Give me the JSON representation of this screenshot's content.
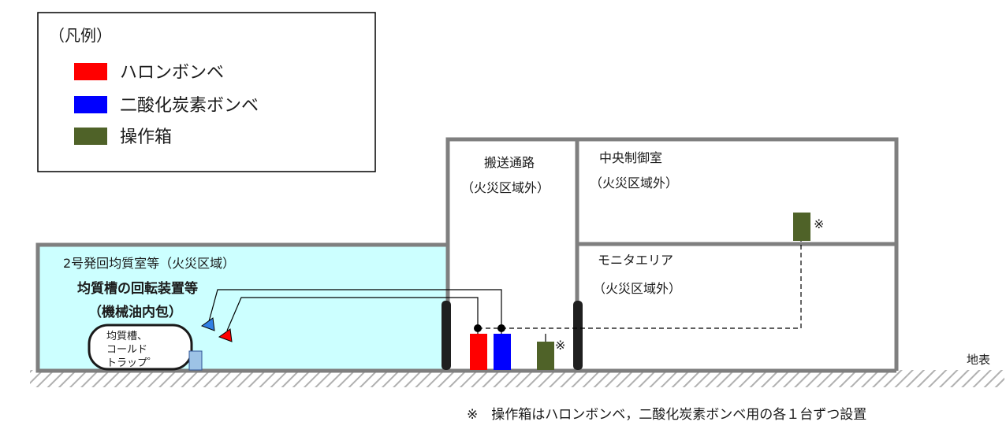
{
  "legend": {
    "title": "（凡例）",
    "items": [
      {
        "label": "ハロンボンベ",
        "color": "#ff0000"
      },
      {
        "label": "二酸化炭素ボンベ",
        "color": "#0000ff"
      },
      {
        "label": "操作箱",
        "color": "#4f6228"
      }
    ]
  },
  "rooms": {
    "fire_area": {
      "label": "2号発回均質室等（火災区域）",
      "fill": "#ccffff"
    },
    "corridor": {
      "line1": "搬送通路",
      "line2": "（火災区域外）"
    },
    "control_room": {
      "line1": "中央制御室",
      "line2": "（火災区域外）"
    },
    "monitor_area": {
      "line1": "モニタエリア",
      "line2": "（火災区域外）"
    }
  },
  "equipment": {
    "title_line1": "均質槽の回転装置等",
    "title_line2": "（機械油内包）",
    "trap_lines": [
      "均質槽、",
      "コールド",
      "トラップ゜"
    ]
  },
  "marks": {
    "control_box_asterisk": "※",
    "floor_box_asterisk": "※"
  },
  "ground_label": "地表",
  "footnote": "※　操作箱はハロンボンベ，二酸化炭素ボンベ用の各１台ずつ設置",
  "colors": {
    "wall": "#7f7f7f",
    "door": "#1f1f1f",
    "halon": "#ff0000",
    "co2": "#0000ff",
    "control_box": "#4f6228",
    "trap_unit": "#9dc3e6"
  }
}
